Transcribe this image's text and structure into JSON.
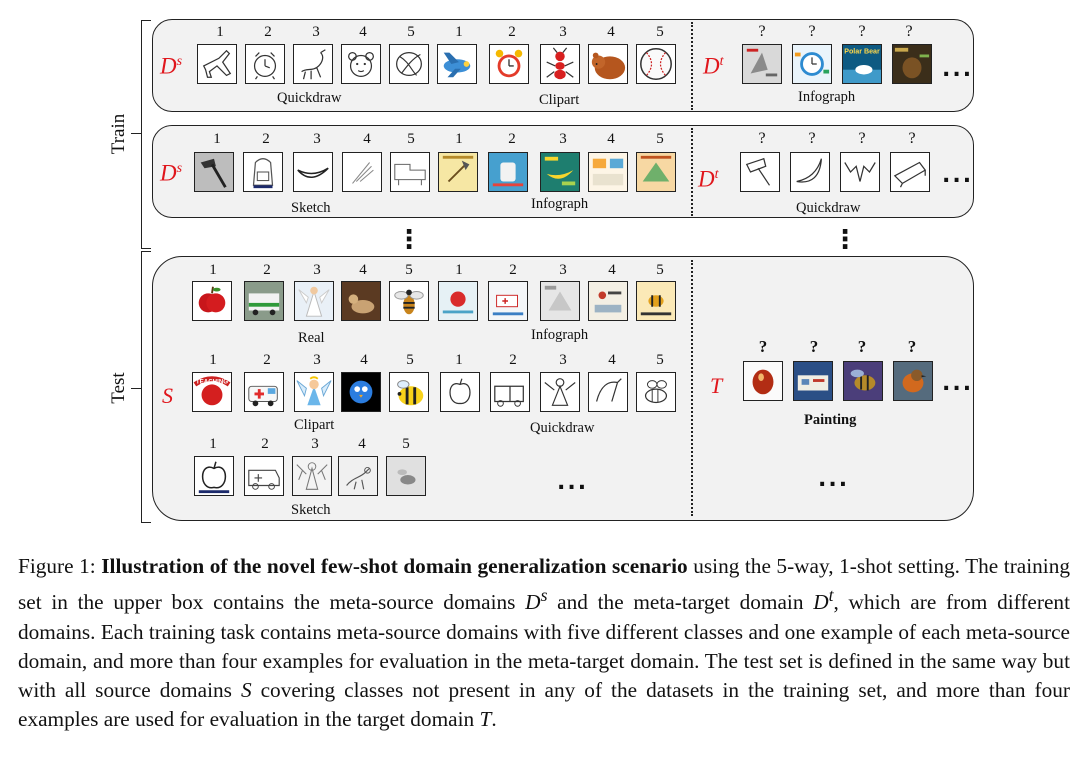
{
  "figure": {
    "train_label": "Train",
    "test_label": "Test",
    "sym_source": "D",
    "sym_source_sup": "s",
    "sym_target": "D",
    "sym_target_sup": "t",
    "sym_test_source": "S",
    "sym_test_target": "T",
    "numbers": [
      "1",
      "2",
      "3",
      "4",
      "5"
    ],
    "qmark": "?",
    "vertical_ellipsis": "⋮",
    "ellipsis": "...",
    "train_row1": {
      "left_domain": "Quickdraw",
      "mid_domain": "Clipart",
      "right_domain": "Infograph"
    },
    "train_row2": {
      "left_domain": "Sketch",
      "mid_domain": "Infograph",
      "right_domain": "Quickdraw"
    },
    "test_row1": {
      "left_domain": "Real",
      "mid_domain": "Infograph"
    },
    "test_row2": {
      "left_domain": "Clipart",
      "mid_domain": "Quickdraw",
      "right_domain": "Painting"
    },
    "test_row3": {
      "left_domain": "Sketch"
    },
    "thumb_text": {
      "polar_bear": "Polar Bear",
      "teaching": "TEACHING"
    }
  },
  "caption": {
    "prefix": "Figure 1: ",
    "bold": "Illustration of the novel few-shot domain generalization scenario",
    "part1": " using the 5-way, 1-shot setting. The training set in the upper box contains the meta-source domains ",
    "ds": "D",
    "ds_sup": "s",
    "part2": " and the meta-target domain ",
    "dt": "D",
    "dt_sup": "t",
    "part3": ", which are from different domains. Each training task contains meta-source domains with five different classes and one example of each meta-source domain, and more than four examples for evaluation in the meta-target domain. The test set is defined in the same way but with all source domains ",
    "s": "S",
    "part4": " covering classes not present in any of the datasets in the training set, and more than four examples are used for evaluation in the target domain ",
    "t": "T",
    "part5": "."
  },
  "colors": {
    "accent_red": "#e0161c",
    "panel_bg": "#f2f2f2",
    "border": "#222222"
  }
}
